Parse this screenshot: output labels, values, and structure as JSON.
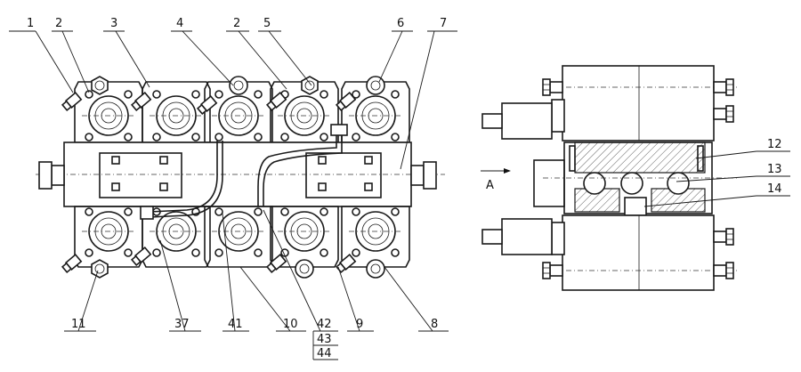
{
  "callouts": {
    "top": [
      "1",
      "2",
      "3",
      "4",
      "2",
      "5",
      "6",
      "7"
    ],
    "bottom": [
      "11",
      "37",
      "41",
      "10",
      "42",
      "43",
      "44",
      "9",
      "8"
    ],
    "side": [
      "12",
      "13",
      "14"
    ]
  },
  "view_marker": {
    "label": "A"
  }
}
